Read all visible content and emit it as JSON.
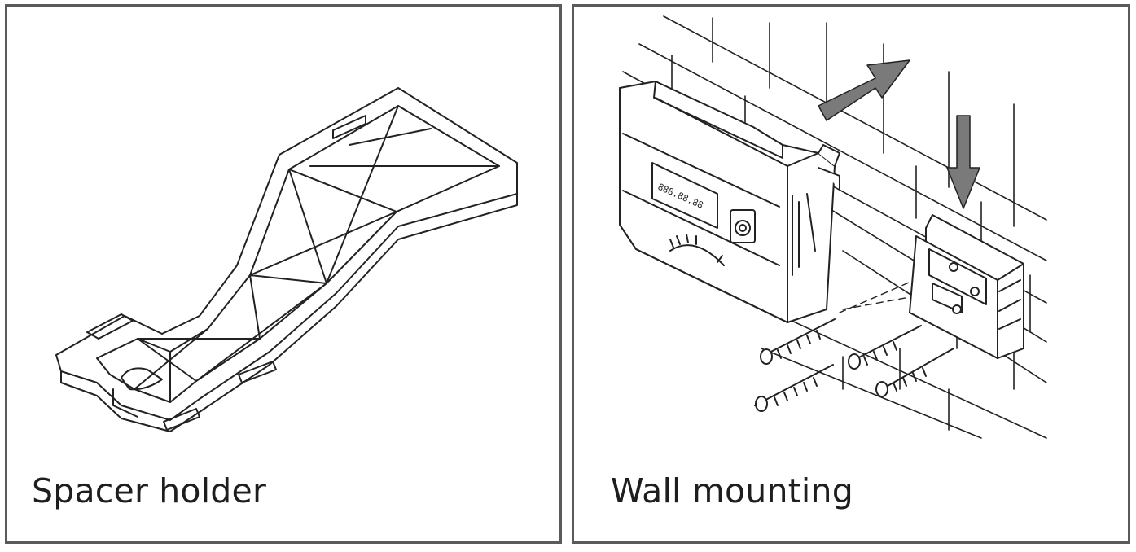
{
  "panels": [
    {
      "caption": "Spacer holder"
    },
    {
      "caption": "Wall mounting"
    }
  ],
  "device": {
    "display_text": "888.88.88"
  },
  "colors": {
    "frame": "#5a5a5a",
    "line": "#222222",
    "arrow": "#7a7a7a"
  }
}
